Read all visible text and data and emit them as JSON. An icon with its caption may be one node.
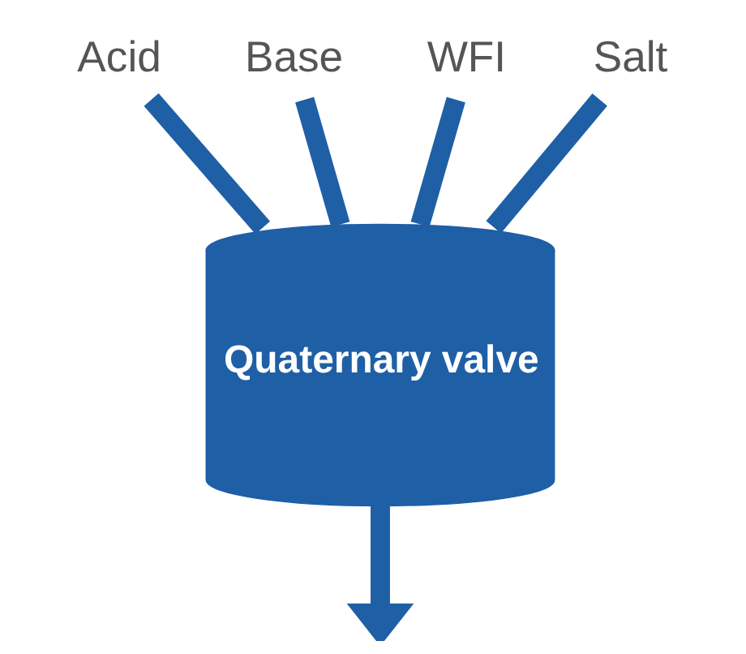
{
  "diagram": {
    "nodes": [
      {
        "text": [
          "Acid"
        ]
      },
      {
        "text": [
          "Base"
        ]
      },
      {
        "text": [
          "WFI"
        ]
      },
      {
        "text": [
          "Salt"
        ]
      },
      {
        "text": [
          "Quaternary valve"
        ]
      }
    ],
    "edges": [
      {
        "from": 0,
        "to": 4,
        "arrow": "none"
      },
      {
        "from": 1,
        "to": 4,
        "arrow": "none"
      },
      {
        "from": 2,
        "to": 4,
        "arrow": "none"
      },
      {
        "from": 3,
        "to": 4,
        "arrow": "none"
      },
      {
        "from": 4,
        "to": null,
        "arrow": "to"
      }
    ]
  }
}
